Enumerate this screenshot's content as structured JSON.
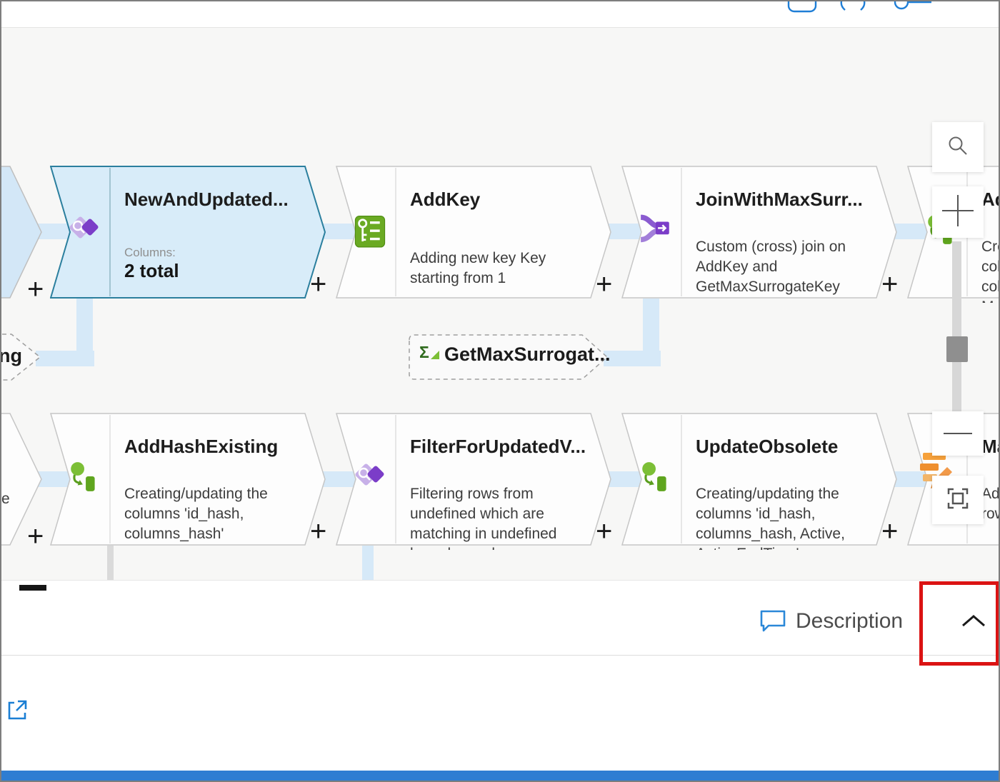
{
  "ui": {
    "plus": "+"
  },
  "icons": {
    "sigma": "Σ"
  },
  "topbar": {
    "icons": [
      "clipboard-icon",
      "braces-icon",
      "key-line-icon"
    ]
  },
  "canvas": {
    "nodes": {
      "new_and_updated": {
        "title": "NewAndUpdated...",
        "columns_label": "Columns:",
        "columns_value": "2 total"
      },
      "add_key": {
        "title": "AddKey",
        "description": "Adding new key Key starting from 1"
      },
      "join_with_max_surrogate": {
        "title": "JoinWithMaxSurr...",
        "description": "Custom (cross) join on AddKey and GetMaxSurrogateKey"
      },
      "partial_top_right": {
        "title": "Ad",
        "desc_lines": [
          "Cre",
          "col",
          "col",
          "M"
        ]
      },
      "get_max_surrogate": {
        "title": "GetMaxSurrogat..."
      },
      "partial_mid_left": {
        "label": "ng"
      },
      "partial_bottom_left": {
        "label": "e"
      },
      "add_hash_existing": {
        "title": "AddHashExisting",
        "description": "Creating/updating the columns 'id_hash, columns_hash'"
      },
      "filter_for_updated": {
        "title": "FilterForUpdatedV...",
        "description": "Filtering rows from undefined which are matching in undefined based on columns"
      },
      "update_obsolete": {
        "title": "UpdateObsolete",
        "description": "Creating/updating the columns 'id_hash, columns_hash, Active, ActiveEndTime'"
      },
      "partial_bottom_right": {
        "title": "Ma",
        "desc_lines": [
          "Ad",
          "row"
        ]
      }
    }
  },
  "zoom_toolbar": {
    "icons": [
      "search-icon",
      "zoom-in-icon",
      "zoom-out-icon",
      "fit-to-screen-icon"
    ]
  },
  "bottom_panel": {
    "description_label": "Description"
  },
  "colors": {
    "accent_blue": "#1f7ed6",
    "selected_fill": "#d8ecf9",
    "selected_border": "#2b7f9e",
    "connector": "#d6e9f8",
    "annotation_red": "#db1313"
  }
}
